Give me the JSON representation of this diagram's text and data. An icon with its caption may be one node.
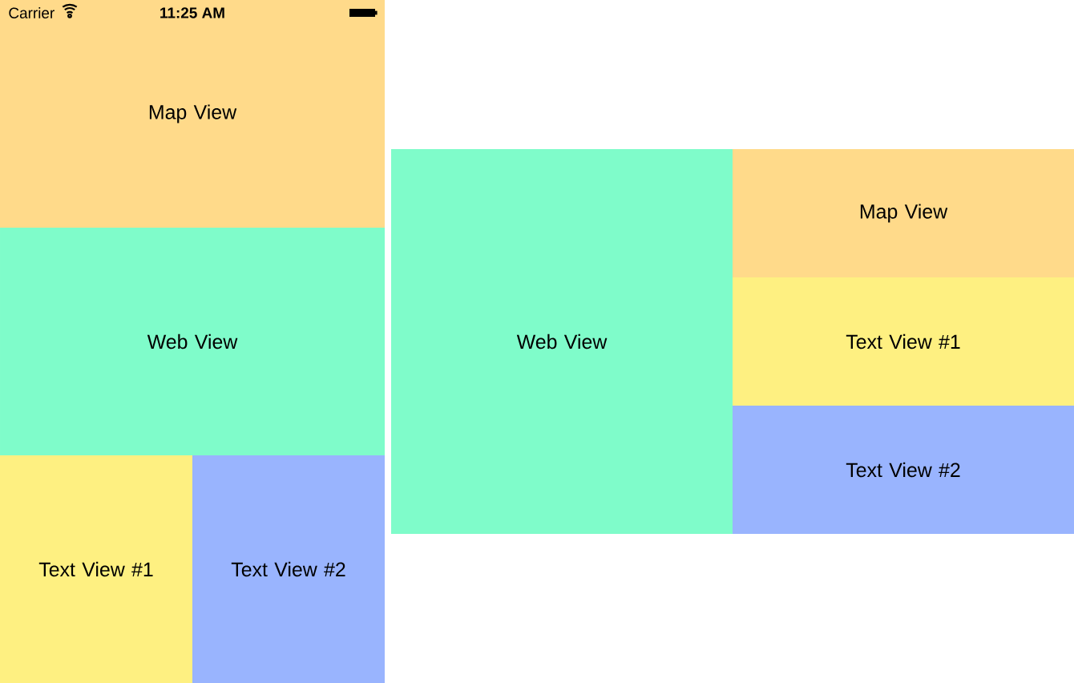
{
  "diagram": {
    "nodes": [
      {
        "text": [
          "Map View"
        ]
      },
      {
        "text": [
          "Web View"
        ]
      },
      {
        "text": [
          "Text View #1"
        ]
      },
      {
        "text": [
          "Text View #2"
        ]
      },
      {
        "text": [
          "Web View"
        ]
      },
      {
        "text": [
          "Map View"
        ]
      },
      {
        "text": [
          "Text View #1"
        ]
      },
      {
        "text": [
          "Text View #2"
        ]
      }
    ],
    "labels": [
      "Carrier",
      "11:25 AM"
    ]
  }
}
